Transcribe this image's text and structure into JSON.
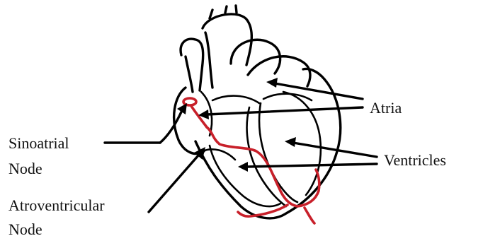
{
  "labels": {
    "atria": "Atria",
    "ventricles": "Ventricles",
    "sinoatrial": [
      "Sinoatrial",
      "Node"
    ],
    "atrioventricular": [
      "Atroventricular",
      "Node"
    ]
  },
  "colors": {
    "outline": "#000000",
    "conduction": "#c8202a",
    "background": "#ffffff"
  }
}
